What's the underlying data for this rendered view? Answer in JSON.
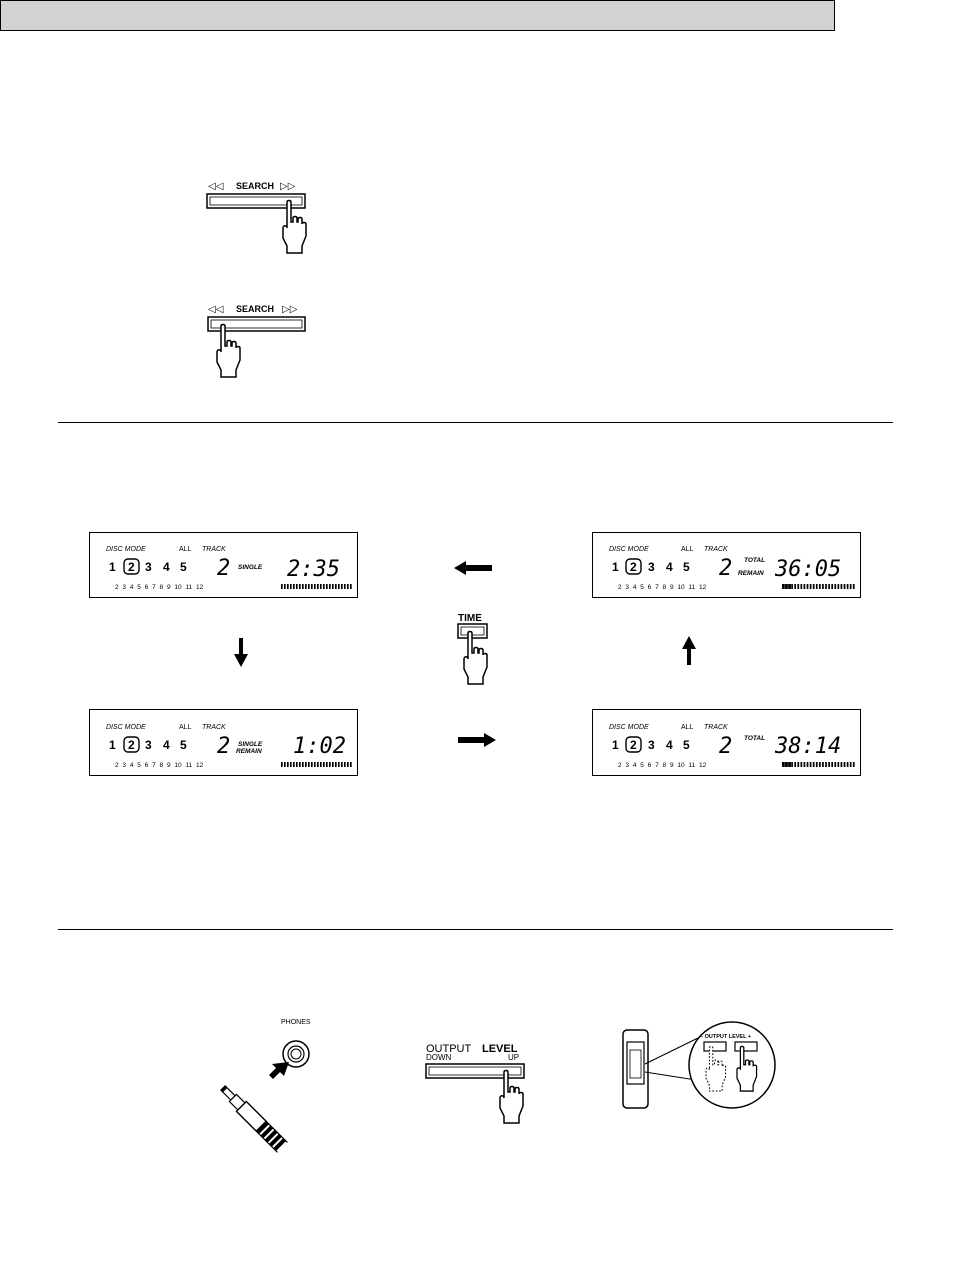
{
  "search": {
    "label": "SEARCH",
    "arrows_left": "◁◁",
    "arrows_right": "▷▷"
  },
  "display_labels": {
    "disc_mode": "DISC MODE",
    "all": "ALL",
    "track": "TRACK",
    "discs": [
      "1",
      "2",
      "3",
      "4",
      "5"
    ],
    "track_numbers": "2 3 4 5 6 7 8 9 10 11 12"
  },
  "displays": [
    {
      "track": "2",
      "mode_line1": "SINGLE",
      "mode_line2": "",
      "time": "2:35",
      "bar_fill": 1.0
    },
    {
      "track": "2",
      "mode_line1": "TOTAL",
      "mode_line2": "REMAIN",
      "time": "36:05",
      "bar_fill": 0.88
    },
    {
      "track": "2",
      "mode_line1": "SINGLE",
      "mode_line2": "REMAIN",
      "time": "1:02",
      "bar_fill": 1.0
    },
    {
      "track": "2",
      "mode_line1": "TOTAL",
      "mode_line2": "",
      "time": "38:14",
      "bar_fill": 0.88
    }
  ],
  "time_button": {
    "label": "TIME"
  },
  "phones": {
    "label": "PHONES"
  },
  "output_level": {
    "title_output": "OUTPUT",
    "title_level": "LEVEL",
    "down": "DOWN",
    "up": "UP",
    "remote_label": "– OUTPUT LEVEL +"
  }
}
